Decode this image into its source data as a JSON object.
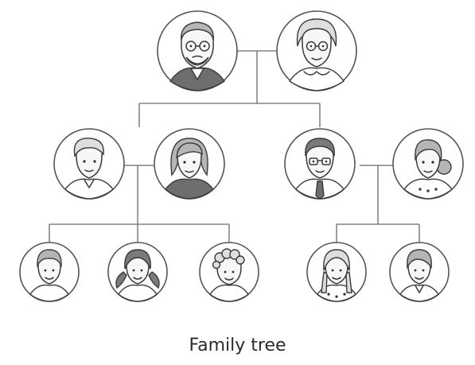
{
  "caption": "Family tree",
  "colors": {
    "line": "#6a6a6a",
    "ring": "#555555",
    "ink": "#3a3a3a"
  },
  "members": [
    {
      "id": "grandfather",
      "icon": "grandfather-portrait-icon"
    },
    {
      "id": "grandmother",
      "icon": "grandmother-portrait-icon"
    },
    {
      "id": "father-left",
      "icon": "man-portrait-icon"
    },
    {
      "id": "mother-left",
      "icon": "woman-portrait-icon"
    },
    {
      "id": "father-right",
      "icon": "man-glasses-portrait-icon"
    },
    {
      "id": "mother-right",
      "icon": "woman-bun-portrait-icon"
    },
    {
      "id": "boy-1",
      "icon": "boy-portrait-icon"
    },
    {
      "id": "girl-1",
      "icon": "girl-pigtails-portrait-icon"
    },
    {
      "id": "toddler-1",
      "icon": "curly-child-portrait-icon"
    },
    {
      "id": "girl-2",
      "icon": "girl-braids-portrait-icon"
    },
    {
      "id": "boy-2",
      "icon": "boy-portrait-icon"
    }
  ]
}
